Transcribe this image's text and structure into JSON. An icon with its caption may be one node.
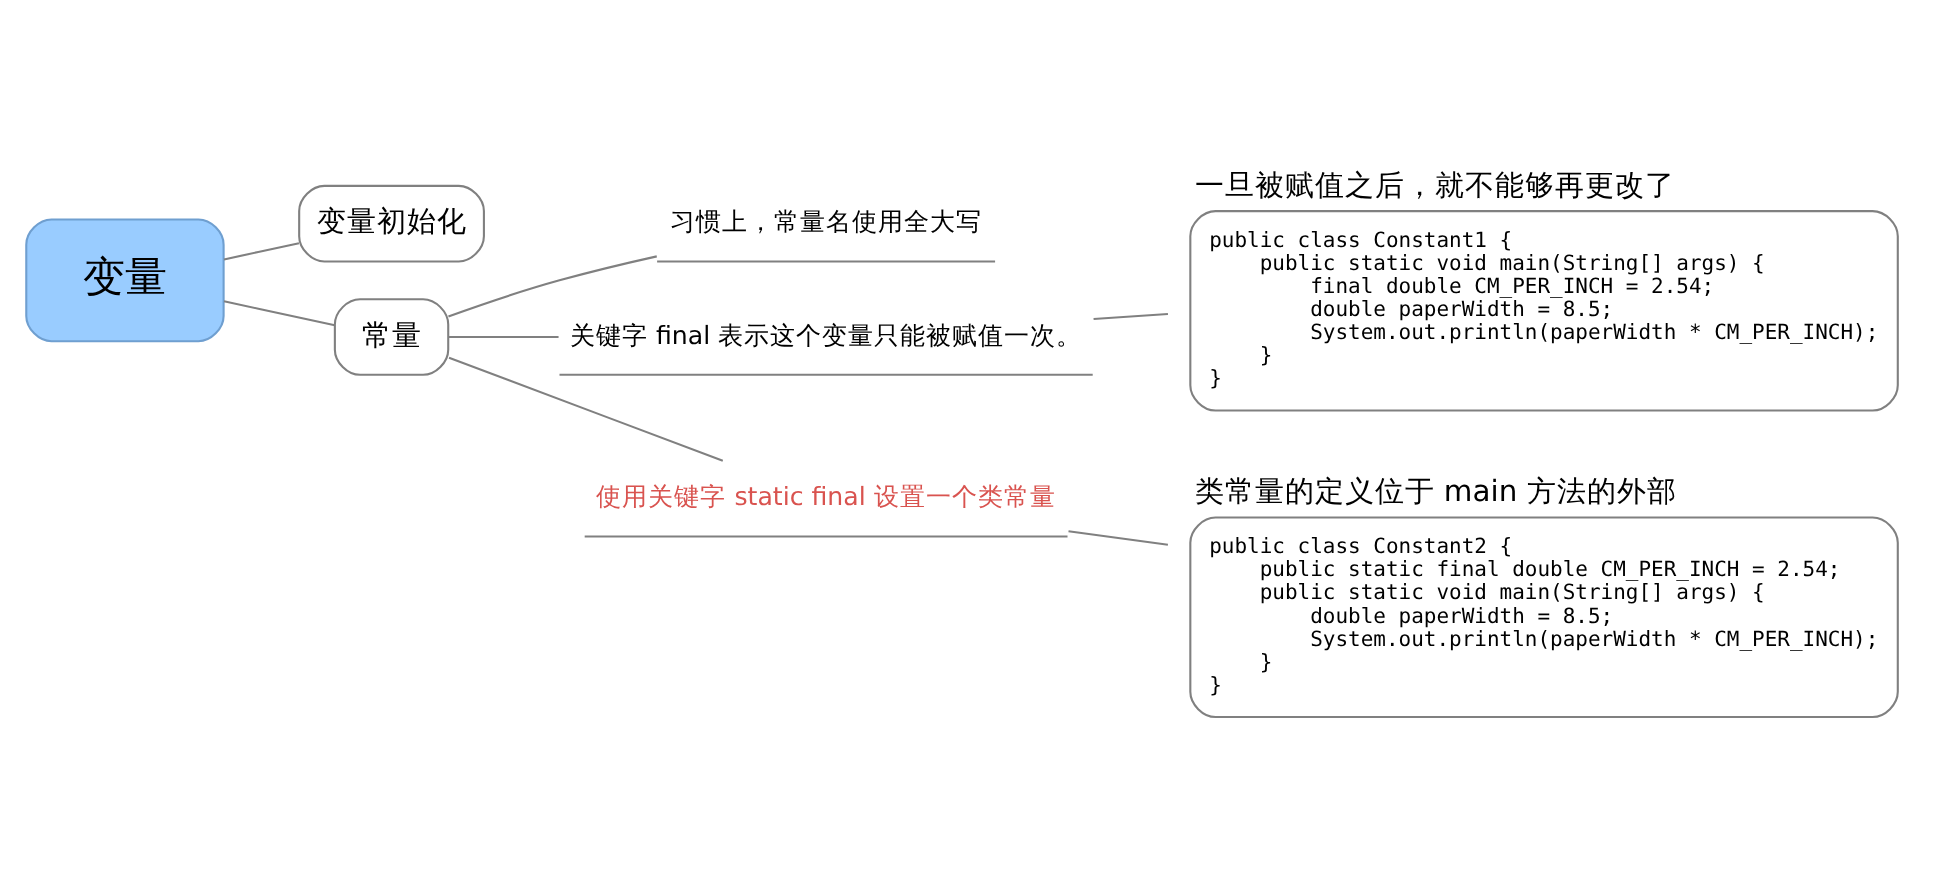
{
  "diagram": {
    "nodes": [
      {
        "text": [
          "变量"
        ]
      },
      {
        "text": [
          "变量初始化"
        ]
      },
      {
        "text": [
          "常量"
        ]
      },
      {
        "text": [
          "习惯上，常量名使用全大写"
        ]
      },
      {
        "text": [
          "关键字 final 表示这个变量只能被赋值一次。"
        ]
      },
      {
        "text": [
          "使用关键字 static final 设置一个类常量"
        ]
      },
      {
        "text": [
          "一旦被赋值之后，就不能够再更改了",
          "public class Constant1 {",
          "    public static void main(String[] args) {",
          "        final double CM_PER_INCH = 2.54;",
          "        double paperWidth = 8.5;",
          "        System.out.println(paperWidth * CM_PER_INCH);",
          "    }",
          "}"
        ]
      },
      {
        "text": [
          "类常量的定义位于 main 方法的外部",
          "public class Constant2 {",
          "    public static final double CM_PER_INCH = 2.54;",
          "    public static void main(String[] args) {",
          "        double paperWidth = 8.5;",
          "        System.out.println(paperWidth * CM_PER_INCH);",
          "    }",
          "}"
        ]
      }
    ],
    "edges": [
      {
        "from": 0,
        "to": 1,
        "arrow": "none"
      },
      {
        "from": 0,
        "to": 2,
        "arrow": "none"
      },
      {
        "from": 2,
        "to": 3,
        "arrow": "none"
      },
      {
        "from": 2,
        "to": 4,
        "arrow": "none"
      },
      {
        "from": 2,
        "to": 5,
        "arrow": "none"
      },
      {
        "from": 4,
        "to": 6,
        "arrow": "none"
      },
      {
        "from": 5,
        "to": 7,
        "arrow": "none"
      }
    ]
  }
}
